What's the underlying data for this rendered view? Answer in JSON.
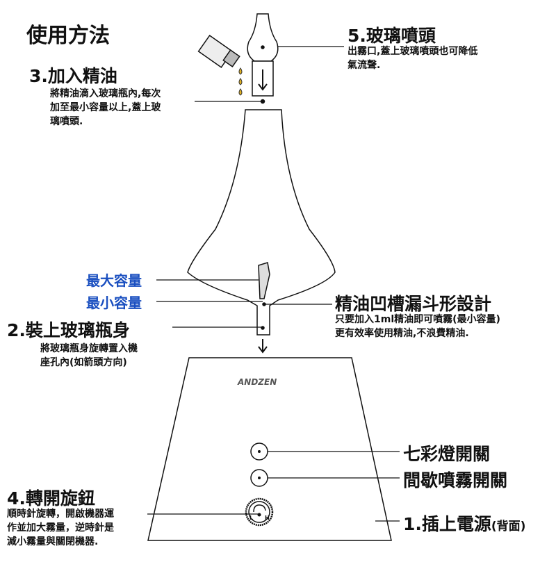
{
  "title": "使用方法",
  "step5": {
    "title": "5.玻璃噴頭",
    "desc": "出霧口,蓋上玻璃噴頭也可降低\n氣流聲."
  },
  "step3": {
    "title": "3.加入精油",
    "desc": "將精油滴入玻璃瓶內,每次\n加至最小容量以上,蓋上玻\n璃噴頭."
  },
  "max_label": "最大容量",
  "min_label": "最小容量",
  "funnel": {
    "title": "精油凹槽漏斗形設計",
    "desc": "只要加入1ml精油即可噴霧(最小容量)\n更有效率使用精油,不浪費精油."
  },
  "step2": {
    "title": "2.裝上玻璃瓶身",
    "desc": "將玻璃瓶身旋轉置入機\n座孔內(如箭頭方向)"
  },
  "logo": "ANDZEN",
  "light_switch": "七彩燈開關",
  "interval_switch": "間歇噴霧開關",
  "step4": {
    "title": "4.轉開旋鈕",
    "desc": "順時針旋轉，開啟機器運\n作並加大霧量，逆時針是\n減小霧量與關閉機器."
  },
  "step1": {
    "title": "1.插上電源",
    "note": "(背面)"
  },
  "knob": {
    "low": "L",
    "high": "H"
  },
  "colors": {
    "label_blue": "#1a4fc0",
    "oil": "#e0b020"
  }
}
